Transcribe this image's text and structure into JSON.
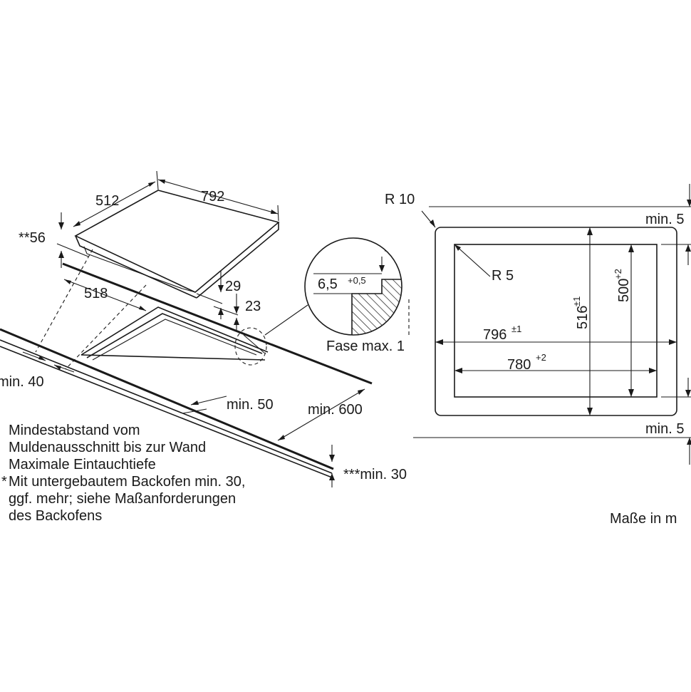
{
  "hob": {
    "width": "792",
    "depth": "512",
    "dim_56": "**56",
    "dim_518": "518",
    "dim_29": "29",
    "dim_23": "23",
    "min_40": "min. 40",
    "min_50": "min. 50",
    "min_600": "min. 600",
    "min_30": "***min. 30"
  },
  "detail": {
    "dim_base": "6,5",
    "dim_tol": "+0,5",
    "fase": "Fase max. 1"
  },
  "cutout": {
    "r10": "R 10",
    "r5": "R 5",
    "w_outer": "796",
    "w_outer_tol": "±1",
    "w_inner": "780",
    "w_inner_tol": "+2",
    "h_outer": "516",
    "h_outer_tol": "±1",
    "h_inner": "500",
    "h_inner_tol": "+2",
    "min_top": "min. 5",
    "min_bottom": "min. 5"
  },
  "notes": {
    "line1": "Mindestabstand vom",
    "line2": "Muldenausschnitt bis zur Wand",
    "line3": "Maximale Eintauchtiefe",
    "asterisk": "*",
    "line4": "Mit untergebautem Backofen min. 30,",
    "line5": "ggf. mehr; siehe Maßanforderungen",
    "line6": "des Backofens"
  },
  "units": "Maße in m"
}
